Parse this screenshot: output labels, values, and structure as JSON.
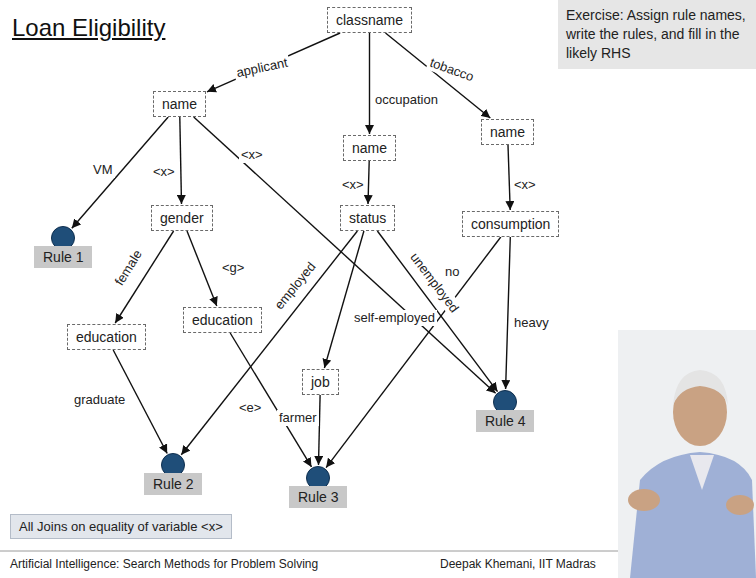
{
  "diagram": {
    "title": "Loan Eligibility",
    "nodes": [
      {
        "text": [
          "classname"
        ]
      },
      {
        "text": [
          "name"
        ]
      },
      {
        "text": [
          "name"
        ]
      },
      {
        "text": [
          "name"
        ]
      },
      {
        "text": [
          "gender"
        ]
      },
      {
        "text": [
          "status"
        ]
      },
      {
        "text": [
          "consumption"
        ]
      },
      {
        "text": [
          "Rule 1"
        ]
      },
      {
        "text": [
          "education"
        ]
      },
      {
        "text": [
          "education"
        ]
      },
      {
        "text": [
          "job"
        ]
      },
      {
        "text": [
          "Rule 4"
        ]
      },
      {
        "text": [
          "Rule 2"
        ]
      },
      {
        "text": [
          "Rule 3"
        ]
      },
      {
        "text": [
          "Exercise: Assign rule names, write the rules, and fill in the likely RHS"
        ]
      },
      {
        "text": [
          "All Joins on equality of variable <x>"
        ]
      }
    ],
    "edges": [
      {
        "from": 0,
        "to": 1,
        "arrow": "to",
        "label": "applicant"
      },
      {
        "from": 0,
        "to": 2,
        "arrow": "to",
        "label": "occupation"
      },
      {
        "from": 0,
        "to": 3,
        "arrow": "to",
        "label": "tobacco"
      },
      {
        "from": 1,
        "to": 7,
        "arrow": "to",
        "label": "VM"
      },
      {
        "from": 1,
        "to": 4,
        "arrow": "to",
        "label": "<x>"
      },
      {
        "from": 1,
        "to": 11,
        "arrow": "to",
        "label": "<x>"
      },
      {
        "from": 2,
        "to": 5,
        "arrow": "to",
        "label": "<x>"
      },
      {
        "from": 3,
        "to": 6,
        "arrow": "to",
        "label": "<x>"
      },
      {
        "from": 4,
        "to": 8,
        "arrow": "to",
        "label": "female"
      },
      {
        "from": 4,
        "to": 9,
        "arrow": "to",
        "label": "<g>"
      },
      {
        "from": 8,
        "to": 12,
        "arrow": "to",
        "label": "graduate"
      },
      {
        "from": 9,
        "to": 13,
        "arrow": "to",
        "label": "<e>"
      },
      {
        "from": 5,
        "to": 12,
        "arrow": "to",
        "label": "employed"
      },
      {
        "from": 5,
        "to": 10,
        "arrow": "to",
        "label": "self-employed"
      },
      {
        "from": 5,
        "to": 11,
        "arrow": "to",
        "label": "unemployed"
      },
      {
        "from": 10,
        "to": 13,
        "arrow": "to",
        "label": "farmer"
      },
      {
        "from": 6,
        "to": 13,
        "arrow": "to",
        "label": "no"
      },
      {
        "from": 6,
        "to": 11,
        "arrow": "to",
        "label": "heavy"
      }
    ],
    "labels": [
      "Artificial Intelligence: Search Methods for Problem Solving",
      "Deepak Khemani, IIT Madras"
    ]
  }
}
